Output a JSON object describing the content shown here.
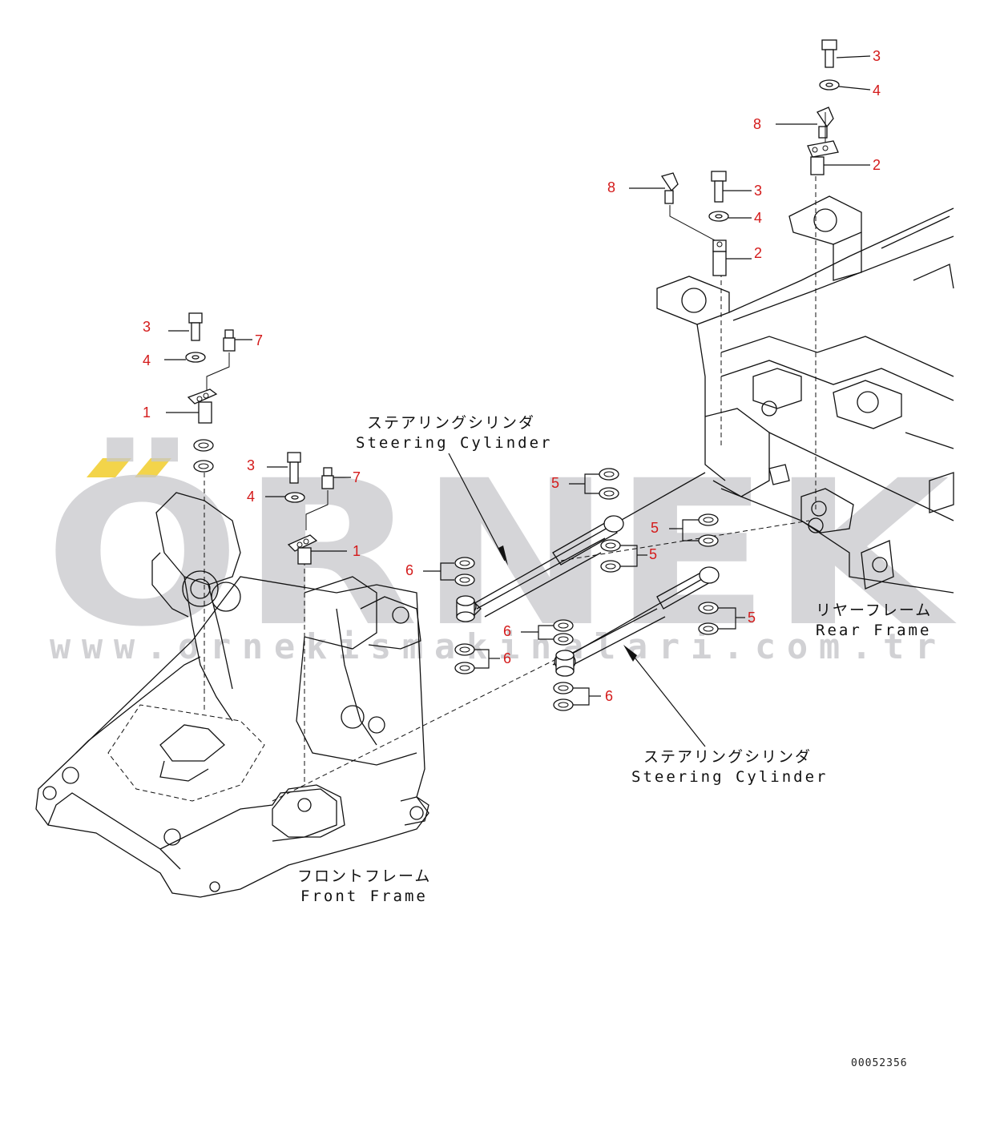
{
  "watermark": {
    "brand": "ÖRNEK",
    "url": "www.ornekismakinalari.com.tr",
    "accent_color": "#f3d44a"
  },
  "labels": {
    "steering_cylinder_jp": "ステアリングシリンダ",
    "steering_cylinder_en": "Steering Cylinder",
    "front_frame_jp": "フロントフレーム",
    "front_frame_en": "Front Frame",
    "rear_frame_jp": "リヤーフレーム",
    "rear_frame_en": "Rear Frame"
  },
  "document_id": "00052356",
  "callout_color": "#d41a1a",
  "part_numbers": {
    "p1": "1",
    "p2": "2",
    "p3": "3",
    "p4": "4",
    "p5": "5",
    "p6": "6",
    "p7": "7",
    "p8": "8"
  }
}
